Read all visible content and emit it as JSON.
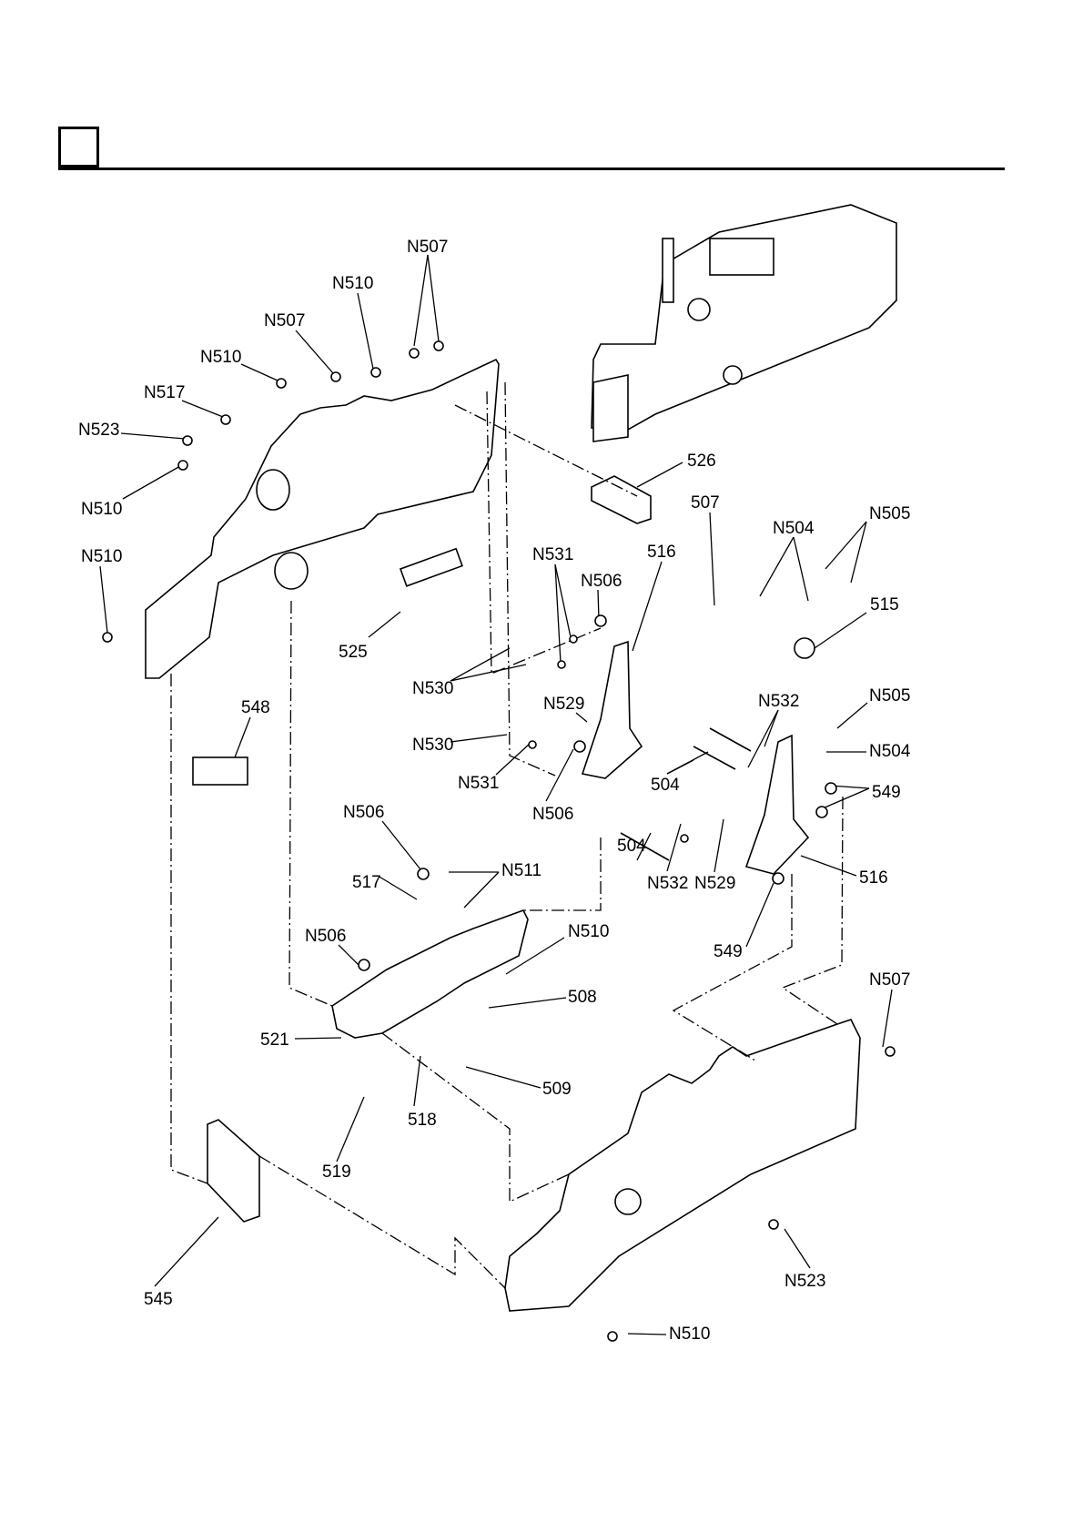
{
  "page": {
    "section_box_label": "",
    "title": ""
  },
  "diagram": {
    "type": "exploded-parts-view",
    "labels": [
      {
        "id": "l1",
        "text": "N507"
      },
      {
        "id": "l2",
        "text": "N510"
      },
      {
        "id": "l3",
        "text": "N507"
      },
      {
        "id": "l4",
        "text": "N510"
      },
      {
        "id": "l5",
        "text": "N517"
      },
      {
        "id": "l6",
        "text": "N523"
      },
      {
        "id": "l7",
        "text": "N510"
      },
      {
        "id": "l8",
        "text": "N510"
      },
      {
        "id": "l9",
        "text": "526"
      },
      {
        "id": "l10",
        "text": "507"
      },
      {
        "id": "l11",
        "text": "N504"
      },
      {
        "id": "l12",
        "text": "N505"
      },
      {
        "id": "l13",
        "text": "N531"
      },
      {
        "id": "l14",
        "text": "N506"
      },
      {
        "id": "l15",
        "text": "516"
      },
      {
        "id": "l16",
        "text": "515"
      },
      {
        "id": "l17",
        "text": "525"
      },
      {
        "id": "l18",
        "text": "N530"
      },
      {
        "id": "l19",
        "text": "548"
      },
      {
        "id": "l20",
        "text": "N529"
      },
      {
        "id": "l21",
        "text": "N532"
      },
      {
        "id": "l22",
        "text": "N505"
      },
      {
        "id": "l23",
        "text": "N530"
      },
      {
        "id": "l24",
        "text": "N531"
      },
      {
        "id": "l25",
        "text": "N506"
      },
      {
        "id": "l26",
        "text": "504"
      },
      {
        "id": "l27",
        "text": "N504"
      },
      {
        "id": "l28",
        "text": "549"
      },
      {
        "id": "l29",
        "text": "N506"
      },
      {
        "id": "l30",
        "text": "504"
      },
      {
        "id": "l31",
        "text": "N511"
      },
      {
        "id": "l32",
        "text": "517"
      },
      {
        "id": "l33",
        "text": "N532"
      },
      {
        "id": "l34",
        "text": "N529"
      },
      {
        "id": "l35",
        "text": "516"
      },
      {
        "id": "l36",
        "text": "N506"
      },
      {
        "id": "l37",
        "text": "N510"
      },
      {
        "id": "l38",
        "text": "549"
      },
      {
        "id": "l39",
        "text": "508"
      },
      {
        "id": "l40",
        "text": "N507"
      },
      {
        "id": "l41",
        "text": "521"
      },
      {
        "id": "l42",
        "text": "509"
      },
      {
        "id": "l43",
        "text": "518"
      },
      {
        "id": "l44",
        "text": "519"
      },
      {
        "id": "l45",
        "text": "545"
      },
      {
        "id": "l46",
        "text": "N523"
      },
      {
        "id": "l47",
        "text": "N510"
      }
    ]
  }
}
